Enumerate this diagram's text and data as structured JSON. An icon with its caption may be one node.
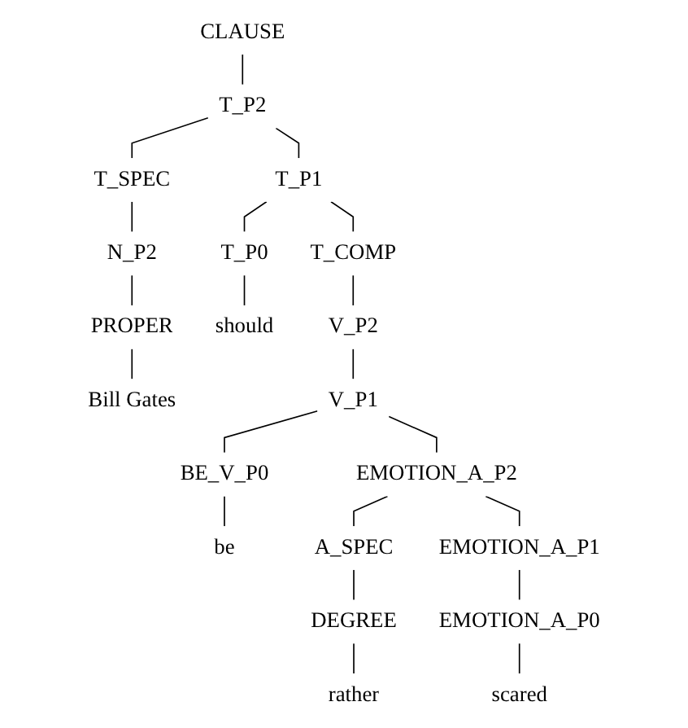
{
  "diagram": {
    "nodes": [
      {
        "text": [
          "CLAUSE"
        ]
      },
      {
        "text": [
          "T_P2"
        ]
      },
      {
        "text": [
          "T_SPEC"
        ]
      },
      {
        "text": [
          "T_P1"
        ]
      },
      {
        "text": [
          "N_P2"
        ]
      },
      {
        "text": [
          "T_P0"
        ]
      },
      {
        "text": [
          "T_COMP"
        ]
      },
      {
        "text": [
          "PROPER"
        ]
      },
      {
        "text": [
          "should"
        ]
      },
      {
        "text": [
          "V_P2"
        ]
      },
      {
        "text": [
          "Bill Gates"
        ]
      },
      {
        "text": [
          "V_P1"
        ]
      },
      {
        "text": [
          "BE_V_P0"
        ]
      },
      {
        "text": [
          "EMOTION_A_P2"
        ]
      },
      {
        "text": [
          "be"
        ]
      },
      {
        "text": [
          "A_SPEC"
        ]
      },
      {
        "text": [
          "EMOTION_A_P1"
        ]
      },
      {
        "text": [
          "DEGREE"
        ]
      },
      {
        "text": [
          "EMOTION_A_P0"
        ]
      },
      {
        "text": [
          "rather"
        ]
      },
      {
        "text": [
          "scared"
        ]
      }
    ],
    "edges": [
      {
        "from": 0,
        "to": 1,
        "arrow": "none"
      },
      {
        "from": 1,
        "to": 2,
        "arrow": "none"
      },
      {
        "from": 1,
        "to": 3,
        "arrow": "none"
      },
      {
        "from": 2,
        "to": 4,
        "arrow": "none"
      },
      {
        "from": 3,
        "to": 5,
        "arrow": "none"
      },
      {
        "from": 3,
        "to": 6,
        "arrow": "none"
      },
      {
        "from": 4,
        "to": 7,
        "arrow": "none"
      },
      {
        "from": 5,
        "to": 8,
        "arrow": "none"
      },
      {
        "from": 6,
        "to": 9,
        "arrow": "none"
      },
      {
        "from": 7,
        "to": 10,
        "arrow": "none"
      },
      {
        "from": 9,
        "to": 11,
        "arrow": "none"
      },
      {
        "from": 11,
        "to": 12,
        "arrow": "none"
      },
      {
        "from": 11,
        "to": 13,
        "arrow": "none"
      },
      {
        "from": 12,
        "to": 14,
        "arrow": "none"
      },
      {
        "from": 13,
        "to": 15,
        "arrow": "none"
      },
      {
        "from": 13,
        "to": 16,
        "arrow": "none"
      },
      {
        "from": 15,
        "to": 17,
        "arrow": "none"
      },
      {
        "from": 16,
        "to": 18,
        "arrow": "none"
      },
      {
        "from": 17,
        "to": 19,
        "arrow": "none"
      },
      {
        "from": 18,
        "to": 20,
        "arrow": "none"
      }
    ]
  }
}
